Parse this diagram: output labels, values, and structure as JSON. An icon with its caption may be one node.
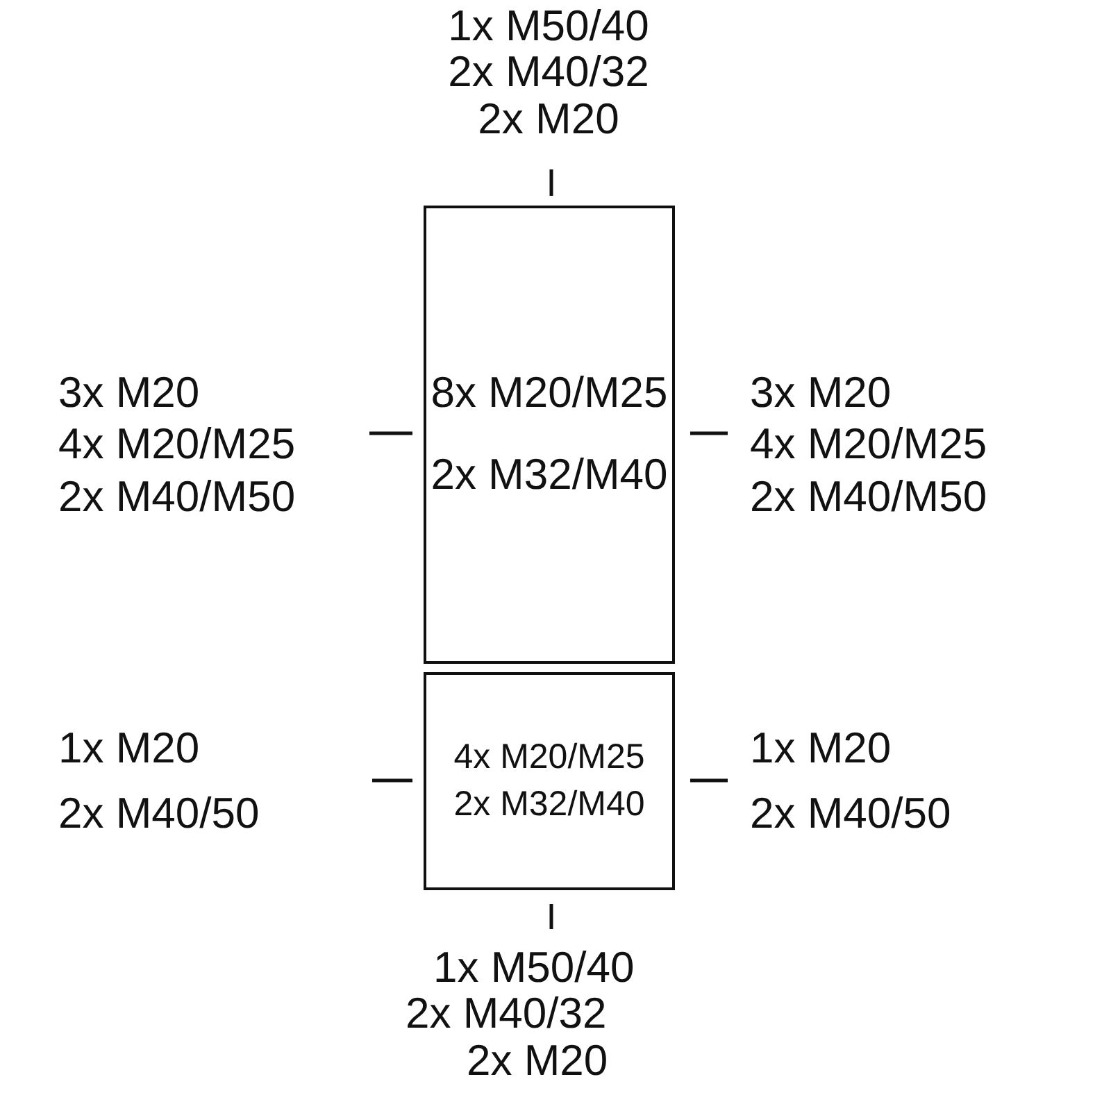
{
  "diagram": {
    "nodes": [
      {
        "text": [
          "8x M20/M25",
          "2x M32/M40"
        ]
      },
      {
        "text": [
          "4x M20/M25",
          "2x M32/M40"
        ]
      }
    ],
    "labels": [
      "1x M50/40",
      "2x M40/32",
      "2x M20",
      "3x M20",
      "4x M20/M25",
      "2x M40/M50",
      "3x M20",
      "4x M20/M25",
      "2x M40/M50",
      "1x M20",
      "2x M40/50",
      "1x M20",
      "2x M40/50",
      "1x M50/40",
      "2x M40/32",
      "2x M20"
    ]
  }
}
